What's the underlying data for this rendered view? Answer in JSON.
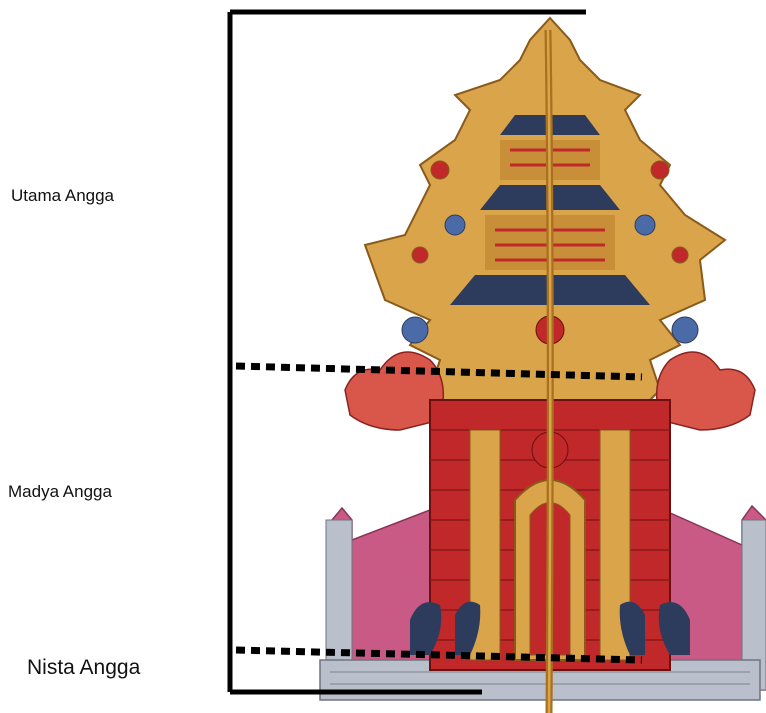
{
  "labels": {
    "utama": "Utama Angga",
    "madya": "Madya Angga",
    "nista": "Nista Angga"
  },
  "colors": {
    "frame": "#000000",
    "gold": "#d9a44a",
    "gold_dark": "#b07a2a",
    "red": "#c0282a",
    "navy": "#2d3b5c",
    "blue": "#4a6aa8",
    "pink": "#c95a85",
    "grey": "#b9c0cc"
  },
  "figure": {
    "subject": "gunungan-wayang-icon"
  }
}
